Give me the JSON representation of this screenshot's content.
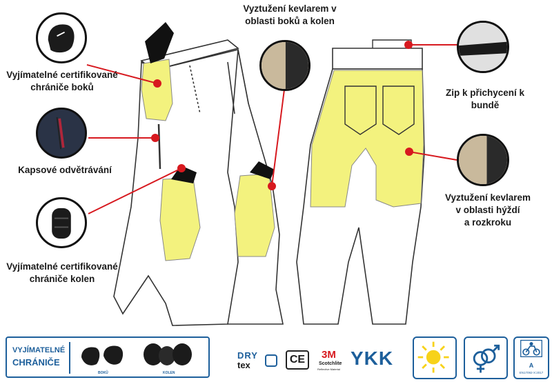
{
  "labels": {
    "hip_protectors": "Vyjímatelné certifikované\nchrániče boků",
    "pocket_vent": "Kapsové odvětrávání",
    "knee_protectors": "Vyjímatelné certifikované\nchrániče kolen",
    "kevlar_hips_knees": "Vyztužení kevlarem v\noblasti boků a kolen",
    "zip_jacket": "Zip k přichycení k\nbundě",
    "kevlar_seat": "Vyztužení kevlarem\nv oblasti hýždí\na rozkroku"
  },
  "footer": {
    "removable_title_1": "VYJÍMATELNÉ",
    "removable_title_2": "CHRÁNIČE",
    "hip_caption": "BOKŮ",
    "knee_caption": "KOLEN",
    "drytex_1": "DRY",
    "drytex_2": "tex",
    "ce": "CE",
    "threem": "3M",
    "scotchlite": "Scotchlite",
    "scotchlite_sub": "Reflective Material",
    "ykk": "YKK",
    "cert_class": "A",
    "cert_norm": "EN17092-X:2017"
  },
  "colors": {
    "yellow": "#f3f27e",
    "red": "#d7191f",
    "blue": "#1d5f9b"
  }
}
